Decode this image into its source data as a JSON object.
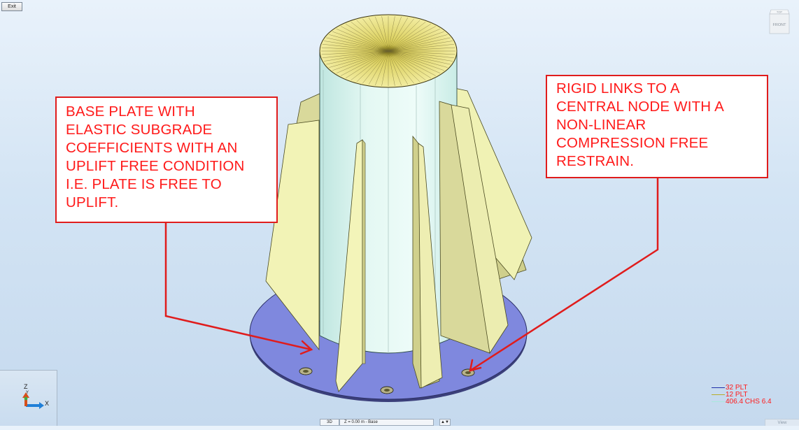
{
  "toolbar": {
    "exit_label": "Exit"
  },
  "view_cube": {
    "top_label": "TOP",
    "front_label": "FRONT"
  },
  "callouts": {
    "left": {
      "lines": [
        "BASE PLATE WITH",
        "ELASTIC SUBGRADE",
        "COEFFICIENTS WITH AN",
        "UPLIFT FREE CONDITION",
        "I.E. PLATE IS FREE TO",
        "UPLIFT."
      ]
    },
    "right": {
      "lines": [
        "RIGID LINKS TO A",
        "CENTRAL NODE WITH A",
        "NON-LINEAR",
        "COMPRESSION FREE",
        "RESTRAIN."
      ]
    }
  },
  "axis": {
    "z_label": "Z",
    "y_label": "Y",
    "x_label": "X"
  },
  "legend": [
    {
      "label": "32 PLT",
      "color": "#1f2fa8"
    },
    {
      "label": "12 PLT",
      "color": "#b8ad2a"
    },
    {
      "label": "406.4 CHS 6.4",
      "color": "#a8e8dc"
    }
  ],
  "bottom_bar": {
    "view_mode": "3D",
    "plane": "Z = 0.00 m - Base",
    "stepper_up": "▲",
    "stepper_down": "▼"
  },
  "corner_label": "View",
  "colors": {
    "callout_text": "#ff1a1a",
    "arrow": "#e01c1c",
    "base_plate": "#7f88de",
    "stiffener": "#f0f2b4",
    "tube": "#d9f4ee",
    "top_cap": "#f2eca0"
  }
}
